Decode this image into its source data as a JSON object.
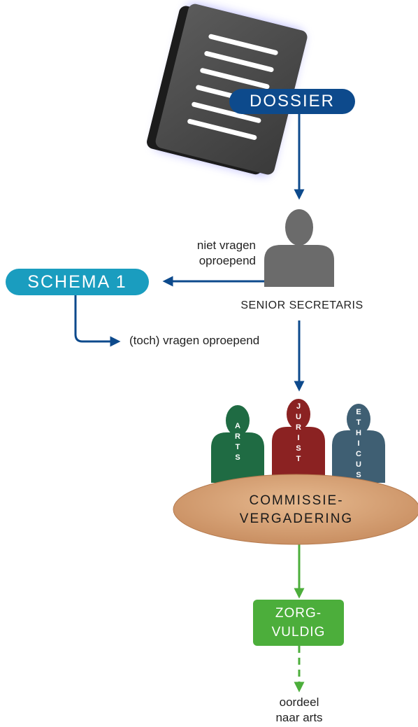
{
  "dossier": {
    "label": "DOSSIER",
    "color": "#0d4a8c"
  },
  "secretary": {
    "label": "SENIOR SECRETARIS",
    "color": "#6b6b6b"
  },
  "edge_not_raising": {
    "line1": "niet vragen",
    "line2": "oproepend"
  },
  "edge_raising": {
    "label": "(toch) vragen oproepend"
  },
  "schema": {
    "label": "SCHEMA 1",
    "color": "#1a9dbf"
  },
  "committee": {
    "members": [
      {
        "letters": [
          "A",
          "R",
          "T",
          "S"
        ],
        "color": "#1f6b43"
      },
      {
        "letters": [
          "J",
          "U",
          "R",
          "I",
          "S",
          "T"
        ],
        "color": "#8b2222"
      },
      {
        "letters": [
          "E",
          "T",
          "H",
          "I",
          "C",
          "U",
          "S"
        ],
        "color": "#3f5f73"
      }
    ],
    "table_line1": "COMMISSIE-",
    "table_line2": "VERGADERING",
    "table_color": "#d9a57a"
  },
  "result": {
    "line1": "ZORG-",
    "line2": "VULDIG",
    "color": "#4cae3b"
  },
  "outcome": {
    "line1": "oordeel",
    "line2": "naar arts"
  },
  "colors": {
    "arrow_blue": "#0d4a8c",
    "arrow_green": "#4cae3b"
  }
}
